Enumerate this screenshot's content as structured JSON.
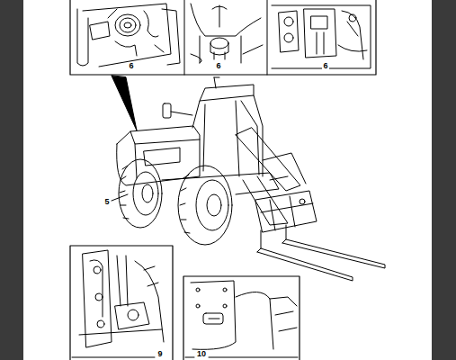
{
  "diagram": {
    "labels": [
      "6",
      "6",
      "6",
      "5",
      "9",
      "10"
    ]
  }
}
